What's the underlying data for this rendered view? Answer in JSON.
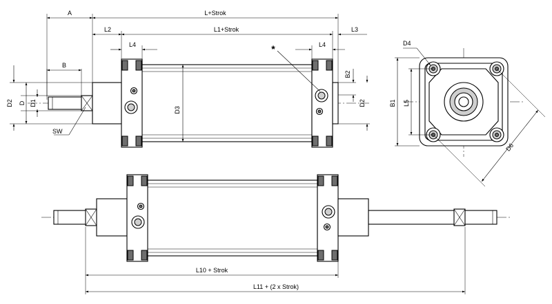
{
  "labels": {
    "a": "A",
    "l_strok": "L+Strok",
    "l2": "L2",
    "l1_strok": "L1+Strok",
    "l3": "L3",
    "l4_left": "L4",
    "l4_right": "L4",
    "star": "*",
    "b": "B",
    "d2_left": "D2",
    "d": "D",
    "d1": "D1",
    "d3": "D3",
    "b2": "B2",
    "d2_right": "D2",
    "sw": "SW",
    "d4": "D4",
    "b1": "B1",
    "l5": "L5",
    "d6": "D6",
    "l10_strok": "L10 + Strok",
    "l11_strok": "L11 + (2 x Strok)"
  }
}
